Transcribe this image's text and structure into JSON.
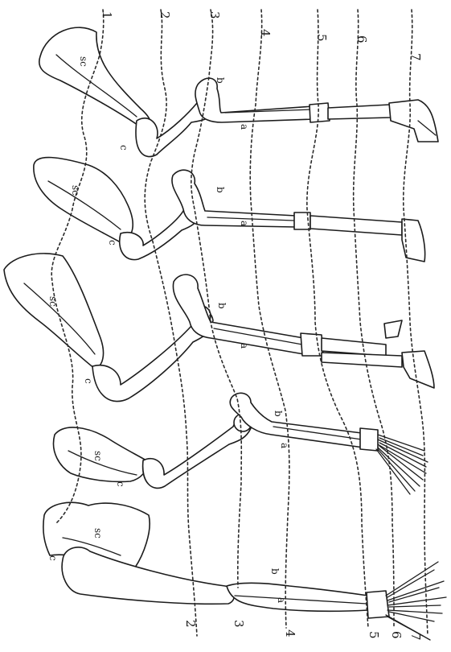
{
  "figure": {
    "top_numbers": [
      "1",
      "2",
      "3",
      "4",
      "5",
      "6",
      "7"
    ],
    "bottom_numbers": [
      "2",
      "3",
      "4",
      "5",
      "6",
      "7"
    ],
    "skeleton_letters": {
      "scapula": "sc",
      "coracoid": "c",
      "b": "b",
      "a": "a"
    }
  }
}
